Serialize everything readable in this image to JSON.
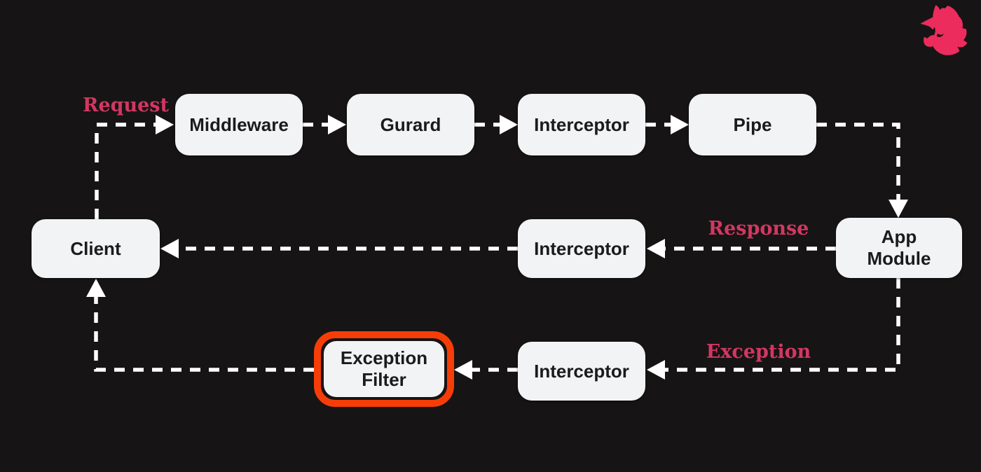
{
  "diagram": {
    "nodes": {
      "client": "Client",
      "middleware": "Middleware",
      "guard": "Gurard",
      "interceptor_top": "Interceptor",
      "pipe": "Pipe",
      "app_module": "App\nModule",
      "interceptor_mid": "Interceptor",
      "interceptor_bottom": "Interceptor",
      "exception_filter": "Exception\nFilter"
    },
    "edge_labels": {
      "request": "Request",
      "response": "Response",
      "exception": "Exception"
    },
    "edges": [
      {
        "from": "Client",
        "to": "Middleware",
        "label": "Request"
      },
      {
        "from": "Middleware",
        "to": "Gurard"
      },
      {
        "from": "Gurard",
        "to": "Interceptor"
      },
      {
        "from": "Interceptor",
        "to": "Pipe"
      },
      {
        "from": "Pipe",
        "to": "App Module"
      },
      {
        "from": "App Module",
        "to": "Interceptor",
        "label": "Response"
      },
      {
        "from": "Interceptor",
        "to": "Client"
      },
      {
        "from": "App Module",
        "to": "Interceptor",
        "label": "Exception"
      },
      {
        "from": "Interceptor",
        "to": "Exception Filter"
      },
      {
        "from": "Exception Filter",
        "to": "Client"
      }
    ],
    "highlighted_node": "Exception Filter",
    "icons": {
      "logo": "nestjs-logo"
    },
    "colors": {
      "background": "#171415",
      "node_fill": "#f1f3f5",
      "node_text": "#1b1b1d",
      "wire": "#ffffff",
      "edge_label": "#d23762",
      "highlight_border": "#f63d08",
      "logo": "#ec2c5d"
    }
  }
}
